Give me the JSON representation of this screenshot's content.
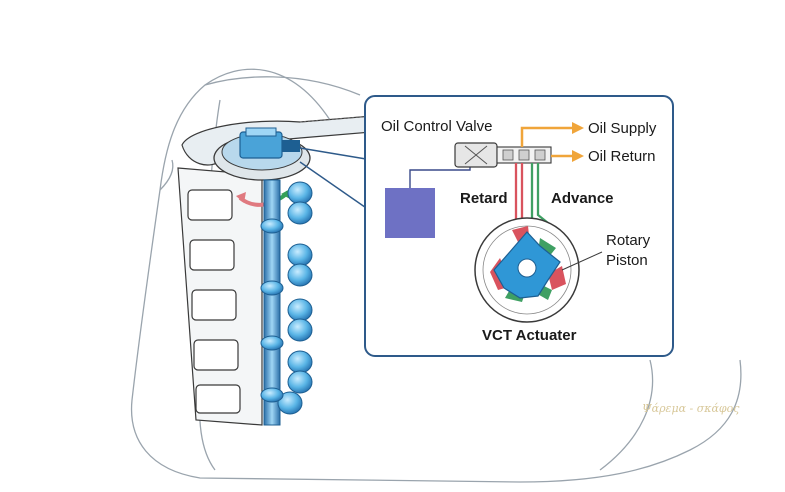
{
  "labels": {
    "oil_control_valve": "Oil Control Valve",
    "oil_supply": "Oil Supply",
    "oil_return": "Oil Return",
    "retard": "Retard",
    "advance": "Advance",
    "rotary": "Rotary",
    "piston": "Piston",
    "vct_actuater": "VCT Actuater"
  },
  "watermark": "Ψάρεμα - σκάφος",
  "colors": {
    "outline": "#3a3a3a",
    "callout_border": "#2e5a8a",
    "blue_part": "#4aa3d8",
    "dark_blue": "#1d5f92",
    "ecu_box": "#6e71c4",
    "oil_orange": "#f0a53a",
    "retard_red": "#d9535e",
    "advance_green": "#3fa063",
    "rotor_blue": "#2f97d6"
  }
}
